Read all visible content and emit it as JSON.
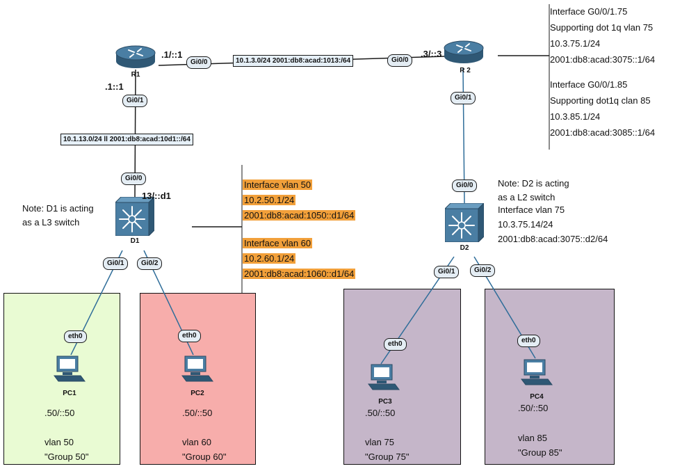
{
  "colors": {
    "vlan50": "#e9fbd3",
    "vlan60": "#f7adab",
    "vlan75": "#c5b6c9",
    "vlan85": "#c5b6c9",
    "highlight": "#f2a03a",
    "router": "#3d6c8e",
    "switch": "#3d6c8e",
    "link": "#2f6d99"
  },
  "devices": {
    "r1": {
      "label": "R1",
      "icon": "router-icon"
    },
    "r2": {
      "label": "R 2",
      "icon": "router-icon"
    },
    "d1": {
      "label": "D1",
      "icon": "multilayer-switch-icon"
    },
    "d2": {
      "label": "D2",
      "icon": "multilayer-switch-icon"
    },
    "pc1": {
      "label": "PC1",
      "icon": "pc-icon"
    },
    "pc2": {
      "label": "PC2",
      "icon": "pc-icon"
    },
    "pc3": {
      "label": "PC3",
      "icon": "pc-icon"
    },
    "pc4": {
      "label": "PC4",
      "icon": "pc-icon"
    }
  },
  "interfaces": {
    "r1_gi00": "Gi0/0",
    "r1_gi01": "Gi0/1",
    "r2_gi00": "Gi0/0",
    "r2_gi01": "Gi0/1",
    "d1_gi00": "Gi0/0",
    "d1_gi01": "Gi0/1",
    "d1_gi02": "Gi0/2",
    "d2_gi00": "Gi0/0",
    "d2_gi01": "Gi0/1",
    "d2_gi02": "Gi0/2",
    "pc1_eth0": "eth0",
    "pc2_eth0": "eth0",
    "pc3_eth0": "eth0",
    "pc4_eth0": "eth0"
  },
  "networks": {
    "r1_r2": "10.1.3.0/24 2001:db8:acad:1013:/64",
    "r1_d1": "10.1.13.0/24 ll 2001:db8:acad:10d1::/64"
  },
  "addresses": {
    "r1_gi00": ".1/::1",
    "r1_gi01": ".1::1",
    "r2_gi00": ".3/::3",
    "d1_gi00": "13/::d1",
    "pc1": ".50/::50",
    "pc2": ".50/::50",
    "pc3": ".50/::50",
    "pc4": ".50/::50"
  },
  "notes": {
    "r2_sub75": [
      "Interface G0/0/1.75",
      "Supporting dot 1q vlan 75",
      "10.3.75.1/24",
      "2001:db8:acad:3075::1/64"
    ],
    "r2_sub85": [
      "Interface G0/0/1.85",
      "Supporting dot1q clan 85",
      "10.3.85.1/24",
      "2001:db8:acad:3085::1/64"
    ],
    "d1_vlan50": [
      "Interface vlan 50",
      "10.2.50.1/24",
      "2001:db8:acad:1050::d1/64"
    ],
    "d1_vlan60": [
      "Interface vlan 60",
      "10.2.60.1/24",
      "2001:db8:acad:1060::d1/64"
    ],
    "d1_note": [
      "Note: D1  is acting",
      "as a L3 switch"
    ],
    "d2_note": [
      "Note: D2 is acting",
      "as a L2 switch"
    ],
    "d2_vlan75": [
      "Interface vlan 75",
      "10.3.75.14/24",
      "2001:db8:acad:3075::d2/64"
    ]
  },
  "vlans": {
    "pc1": {
      "vlan": "vlan 50",
      "group": "\"Group 50\""
    },
    "pc2": {
      "vlan": "vlan 60",
      "group": "\"Group 60\""
    },
    "pc3": {
      "vlan": "vlan 75",
      "group": "\"Group 75\""
    },
    "pc4": {
      "vlan": "vlan 85",
      "group": "\"Group 85\""
    }
  }
}
